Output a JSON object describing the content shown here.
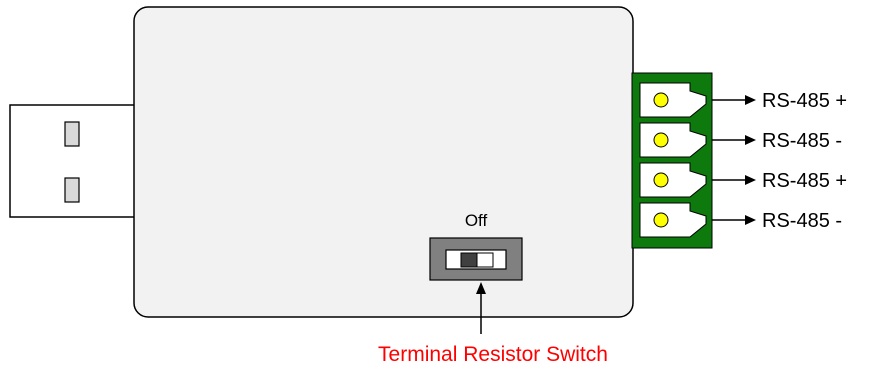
{
  "switch": {
    "state_label": "Off",
    "caption": "Terminal Resistor Switch"
  },
  "terminals": [
    {
      "label": "RS-485 +"
    },
    {
      "label": "RS-485 -"
    },
    {
      "label": "RS-485 +"
    },
    {
      "label": "RS-485 -"
    }
  ],
  "colors": {
    "board_fill": "#f2f2f2",
    "terminal_block": "#0e7a0e",
    "screw_fill": "#ffff00",
    "caption_color": "#ff0000"
  }
}
